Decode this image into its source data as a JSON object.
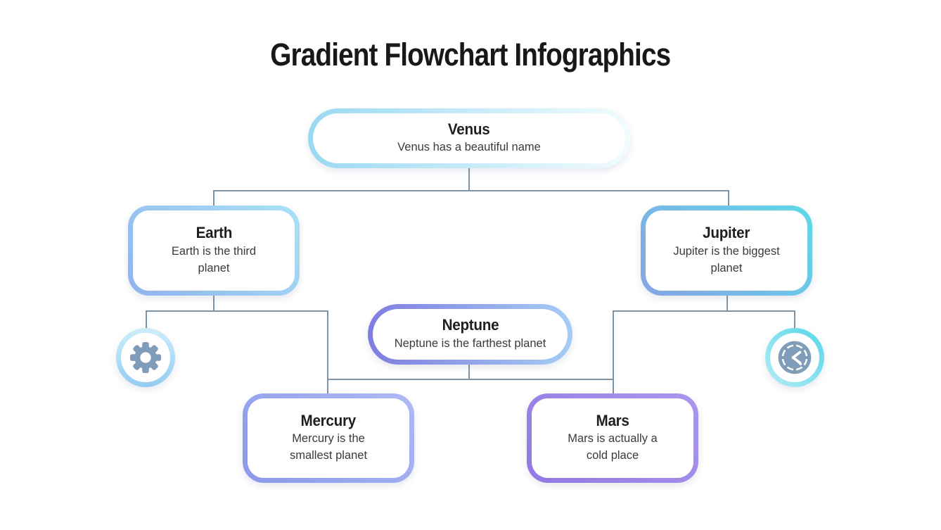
{
  "title": "Gradient Flowchart Infographics",
  "nodes": [
    {
      "title": "Venus",
      "description": "Venus has a beautiful name",
      "gradient": [
        "#9ad9f1",
        "#f2fcff"
      ],
      "angle": "90deg",
      "shape": "pill"
    },
    {
      "title": "Earth",
      "description": "Earth is the third planet",
      "gradient": [
        "#90b3ec",
        "#a9e2f6"
      ],
      "angle": "45deg",
      "shape": "rounded-rect"
    },
    {
      "title": "Jupiter",
      "description": "Jupiter is the biggest planet",
      "gradient": [
        "#86a4e5",
        "#5fd9e9"
      ],
      "angle": "45deg",
      "shape": "rounded-rect"
    },
    {
      "title": "Neptune",
      "description": "Neptune is the farthest planet",
      "gradient": [
        "#807ce1",
        "#a5cdf3"
      ],
      "angle": "90deg",
      "shape": "pill"
    },
    {
      "title": "Mercury",
      "description": "Mercury is the smallest planet",
      "gradient": [
        "#8b97eb",
        "#adbaf3"
      ],
      "angle": "45deg",
      "shape": "rounded-rect"
    },
    {
      "title": "Mars",
      "description": "Mars is actually a cold place",
      "gradient": [
        "#9278e2",
        "#ab97ee"
      ],
      "angle": "45deg",
      "shape": "rounded-rect"
    }
  ],
  "icons": [
    {
      "name": "gear-icon",
      "ring_gradient": [
        "#cdeefb",
        "#93ccf1"
      ],
      "ring_angle": "180deg",
      "glyph_color": "#7f9cb8"
    },
    {
      "name": "clock-icon",
      "ring_gradient": [
        "#56d6e9",
        "#b5ecf6"
      ],
      "ring_angle": "225deg",
      "glyph_color": "#7f9cb8"
    }
  ],
  "colors": {
    "connector": "#7e93a5",
    "heading": "#1f1f1f",
    "body": "#3a3a3a",
    "background": "#ffffff"
  }
}
